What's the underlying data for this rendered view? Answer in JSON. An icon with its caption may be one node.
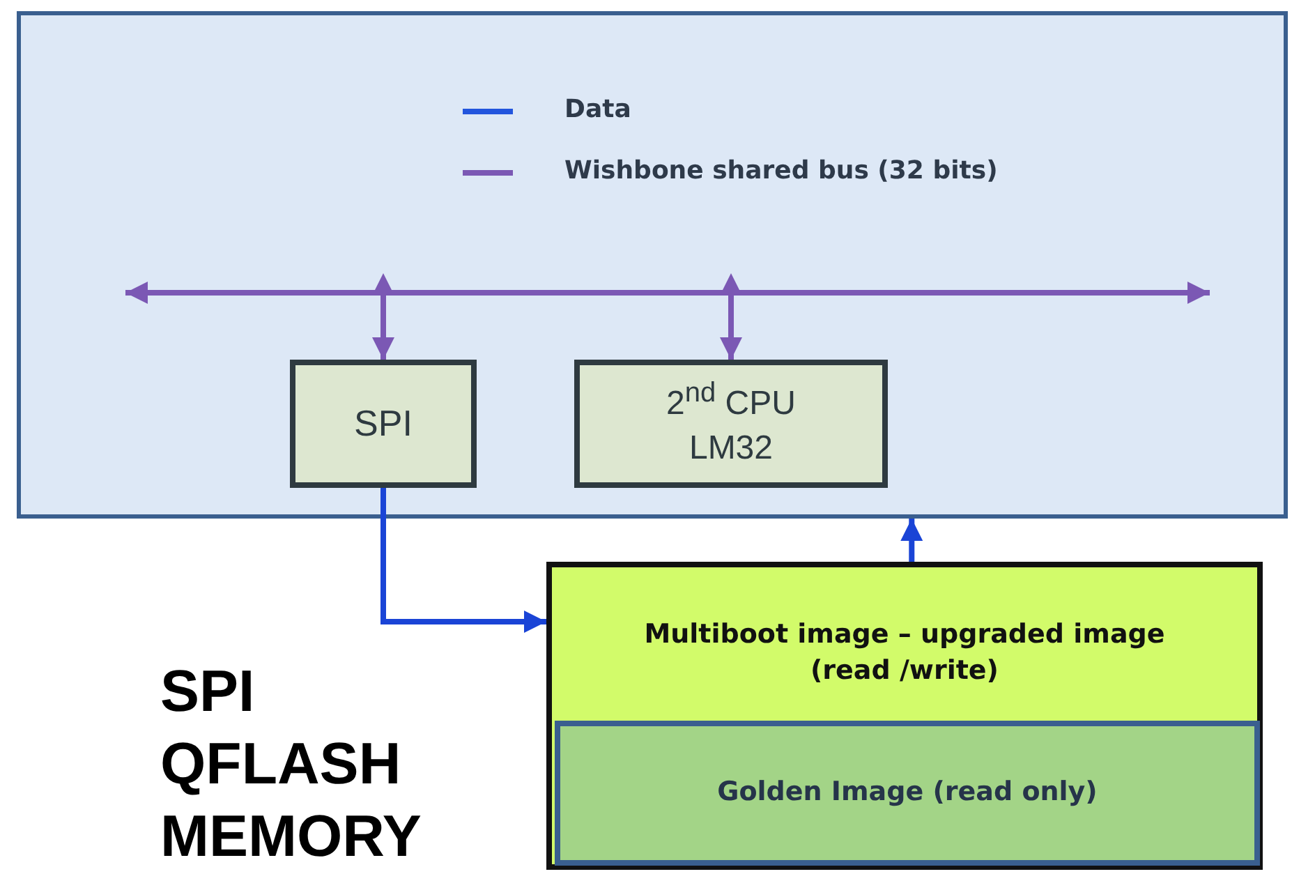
{
  "diagram": {
    "nodes": [
      {
        "text": [],
        "shape": "box"
      },
      {
        "text": [],
        "shape": "bar",
        "in": 0
      },
      {
        "text": [
          "SPI"
        ],
        "in": 0
      },
      {
        "text": [
          "2$^{nd}$ CPU LM32"
        ],
        "in": 0
      },
      {
        "text": [
          "Multiboot image – upgraded image (read /write)"
        ],
        "beside": [
          "SPI QFLASH MEMORY"
        ]
      },
      {
        "text": [
          "Golden Image (read only)"
        ],
        "in": 4
      }
    ],
    "edges": [
      {
        "from": 1,
        "to": null,
        "arrow": "to",
        "color": "#7b58b4"
      },
      {
        "from": 1,
        "to": null,
        "arrow": "to",
        "color": "#7b58b4"
      },
      {
        "from": 1,
        "to": 2,
        "arrow": "both",
        "color": "#7b58b4"
      },
      {
        "from": 1,
        "to": 3,
        "arrow": "both",
        "color": "#7b58b4"
      },
      {
        "from": 2,
        "to": 4,
        "arrow": "to",
        "color": "#1a44d6"
      },
      {
        "from": 4,
        "to": 0,
        "arrow": "to",
        "color": "#1a44d6"
      }
    ],
    "legend": [
      {
        "text": "Data"
      },
      {
        "text": "Wishbone shared bus (32 bits)"
      }
    ]
  }
}
